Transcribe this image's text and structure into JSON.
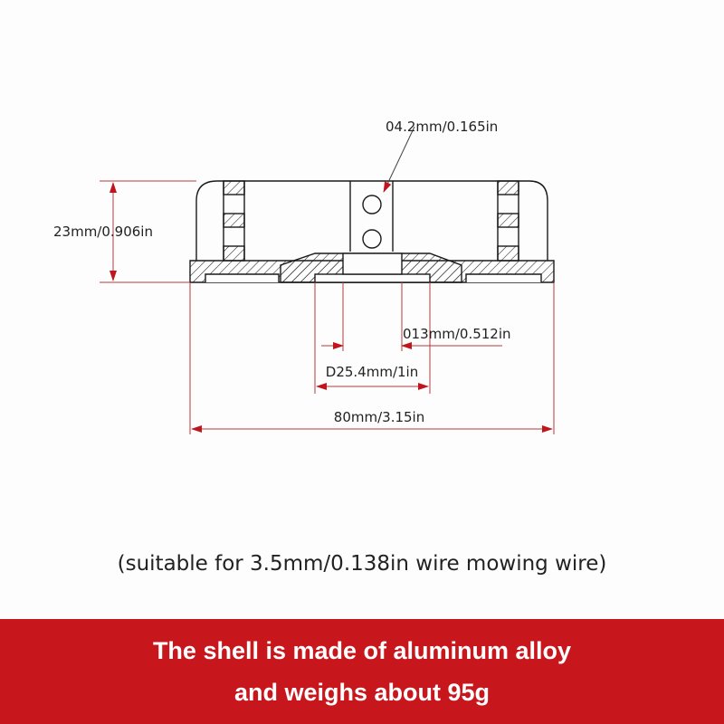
{
  "diagram": {
    "hole_label": "04.2mm/0.165in",
    "height_label": "23mm/0.906in",
    "inner_diameter_label": "013mm/0.512in",
    "hub_diameter_label": "D25.4mm/1in",
    "width_label": "80mm/3.15in"
  },
  "note": "(suitable for 3.5mm/0.138in wire mowing wire)",
  "banner": {
    "line1": "The shell is made of aluminum alloy",
    "line2": "and weighs about 95g",
    "color": "#c8161d"
  },
  "colors": {
    "dimension": "#b22222",
    "outline": "#1a1a1a"
  }
}
